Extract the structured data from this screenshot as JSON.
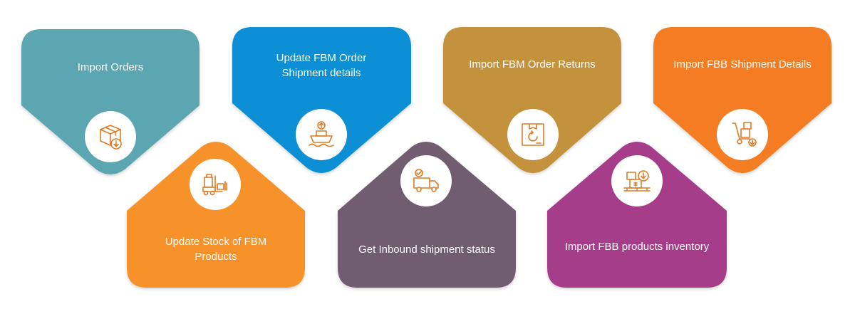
{
  "colors": {
    "teal": "#5ba6b2",
    "blue": "#0f8fd6",
    "gold": "#c4913c",
    "orange": "#f47b20",
    "orange_light": "#f7922a",
    "slate": "#6f5d6f",
    "purple": "#a63c8a",
    "icon_stroke": "#e07b24"
  },
  "cards": [
    {
      "id": "import-orders",
      "label": "Import Orders",
      "icon": "box-download-icon",
      "color": "teal"
    },
    {
      "id": "update-fbm-shipment",
      "label": "Update FBM Order\nShipment details",
      "icon": "ship-icon",
      "color": "blue"
    },
    {
      "id": "import-fbm-returns",
      "label": "Import FBM Order Returns",
      "icon": "return-box-icon",
      "color": "gold"
    },
    {
      "id": "import-fbb-shipment",
      "label": "Import FBB Shipment Details",
      "icon": "hand-truck-icon",
      "color": "orange"
    },
    {
      "id": "update-stock-fbm",
      "label": "Update Stock of FBM\nProducts",
      "icon": "forklift-icon",
      "color": "orange_light"
    },
    {
      "id": "inbound-status",
      "label": "Get Inbound shipment status",
      "icon": "delivery-truck-icon",
      "color": "slate"
    },
    {
      "id": "import-fbb-inventory",
      "label": "Import FBB products inventory",
      "icon": "inventory-pallet-icon",
      "color": "purple"
    }
  ]
}
